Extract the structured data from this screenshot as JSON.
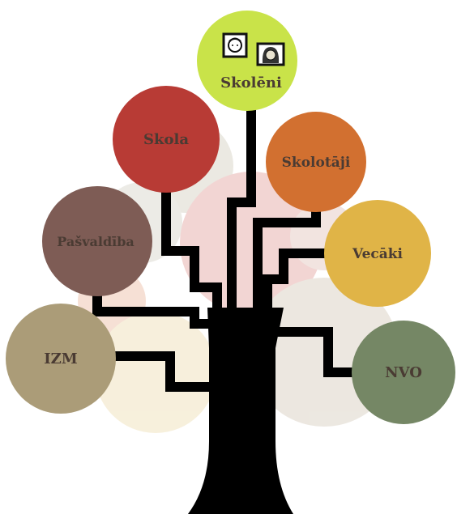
{
  "nodes": [
    {
      "id": "skoleni",
      "label": "Skolēni",
      "color": "#c9e349"
    },
    {
      "id": "skola",
      "label": "Skola",
      "color": "#b83b35"
    },
    {
      "id": "skolotaji",
      "label": "Skolotāji",
      "color": "#d27030"
    },
    {
      "id": "pasvaldiba",
      "label": "Pašvaldība",
      "color": "#7e5c55"
    },
    {
      "id": "vecaki",
      "label": "Vecāki",
      "color": "#e0b447"
    },
    {
      "id": "izm",
      "label": "IZM",
      "color": "#ab9c78"
    },
    {
      "id": "nvo",
      "label": "NVO",
      "color": "#758765"
    }
  ],
  "trunk_color": "#000000",
  "icons": [
    "boy-portrait-icon",
    "girl-portrait-icon"
  ]
}
